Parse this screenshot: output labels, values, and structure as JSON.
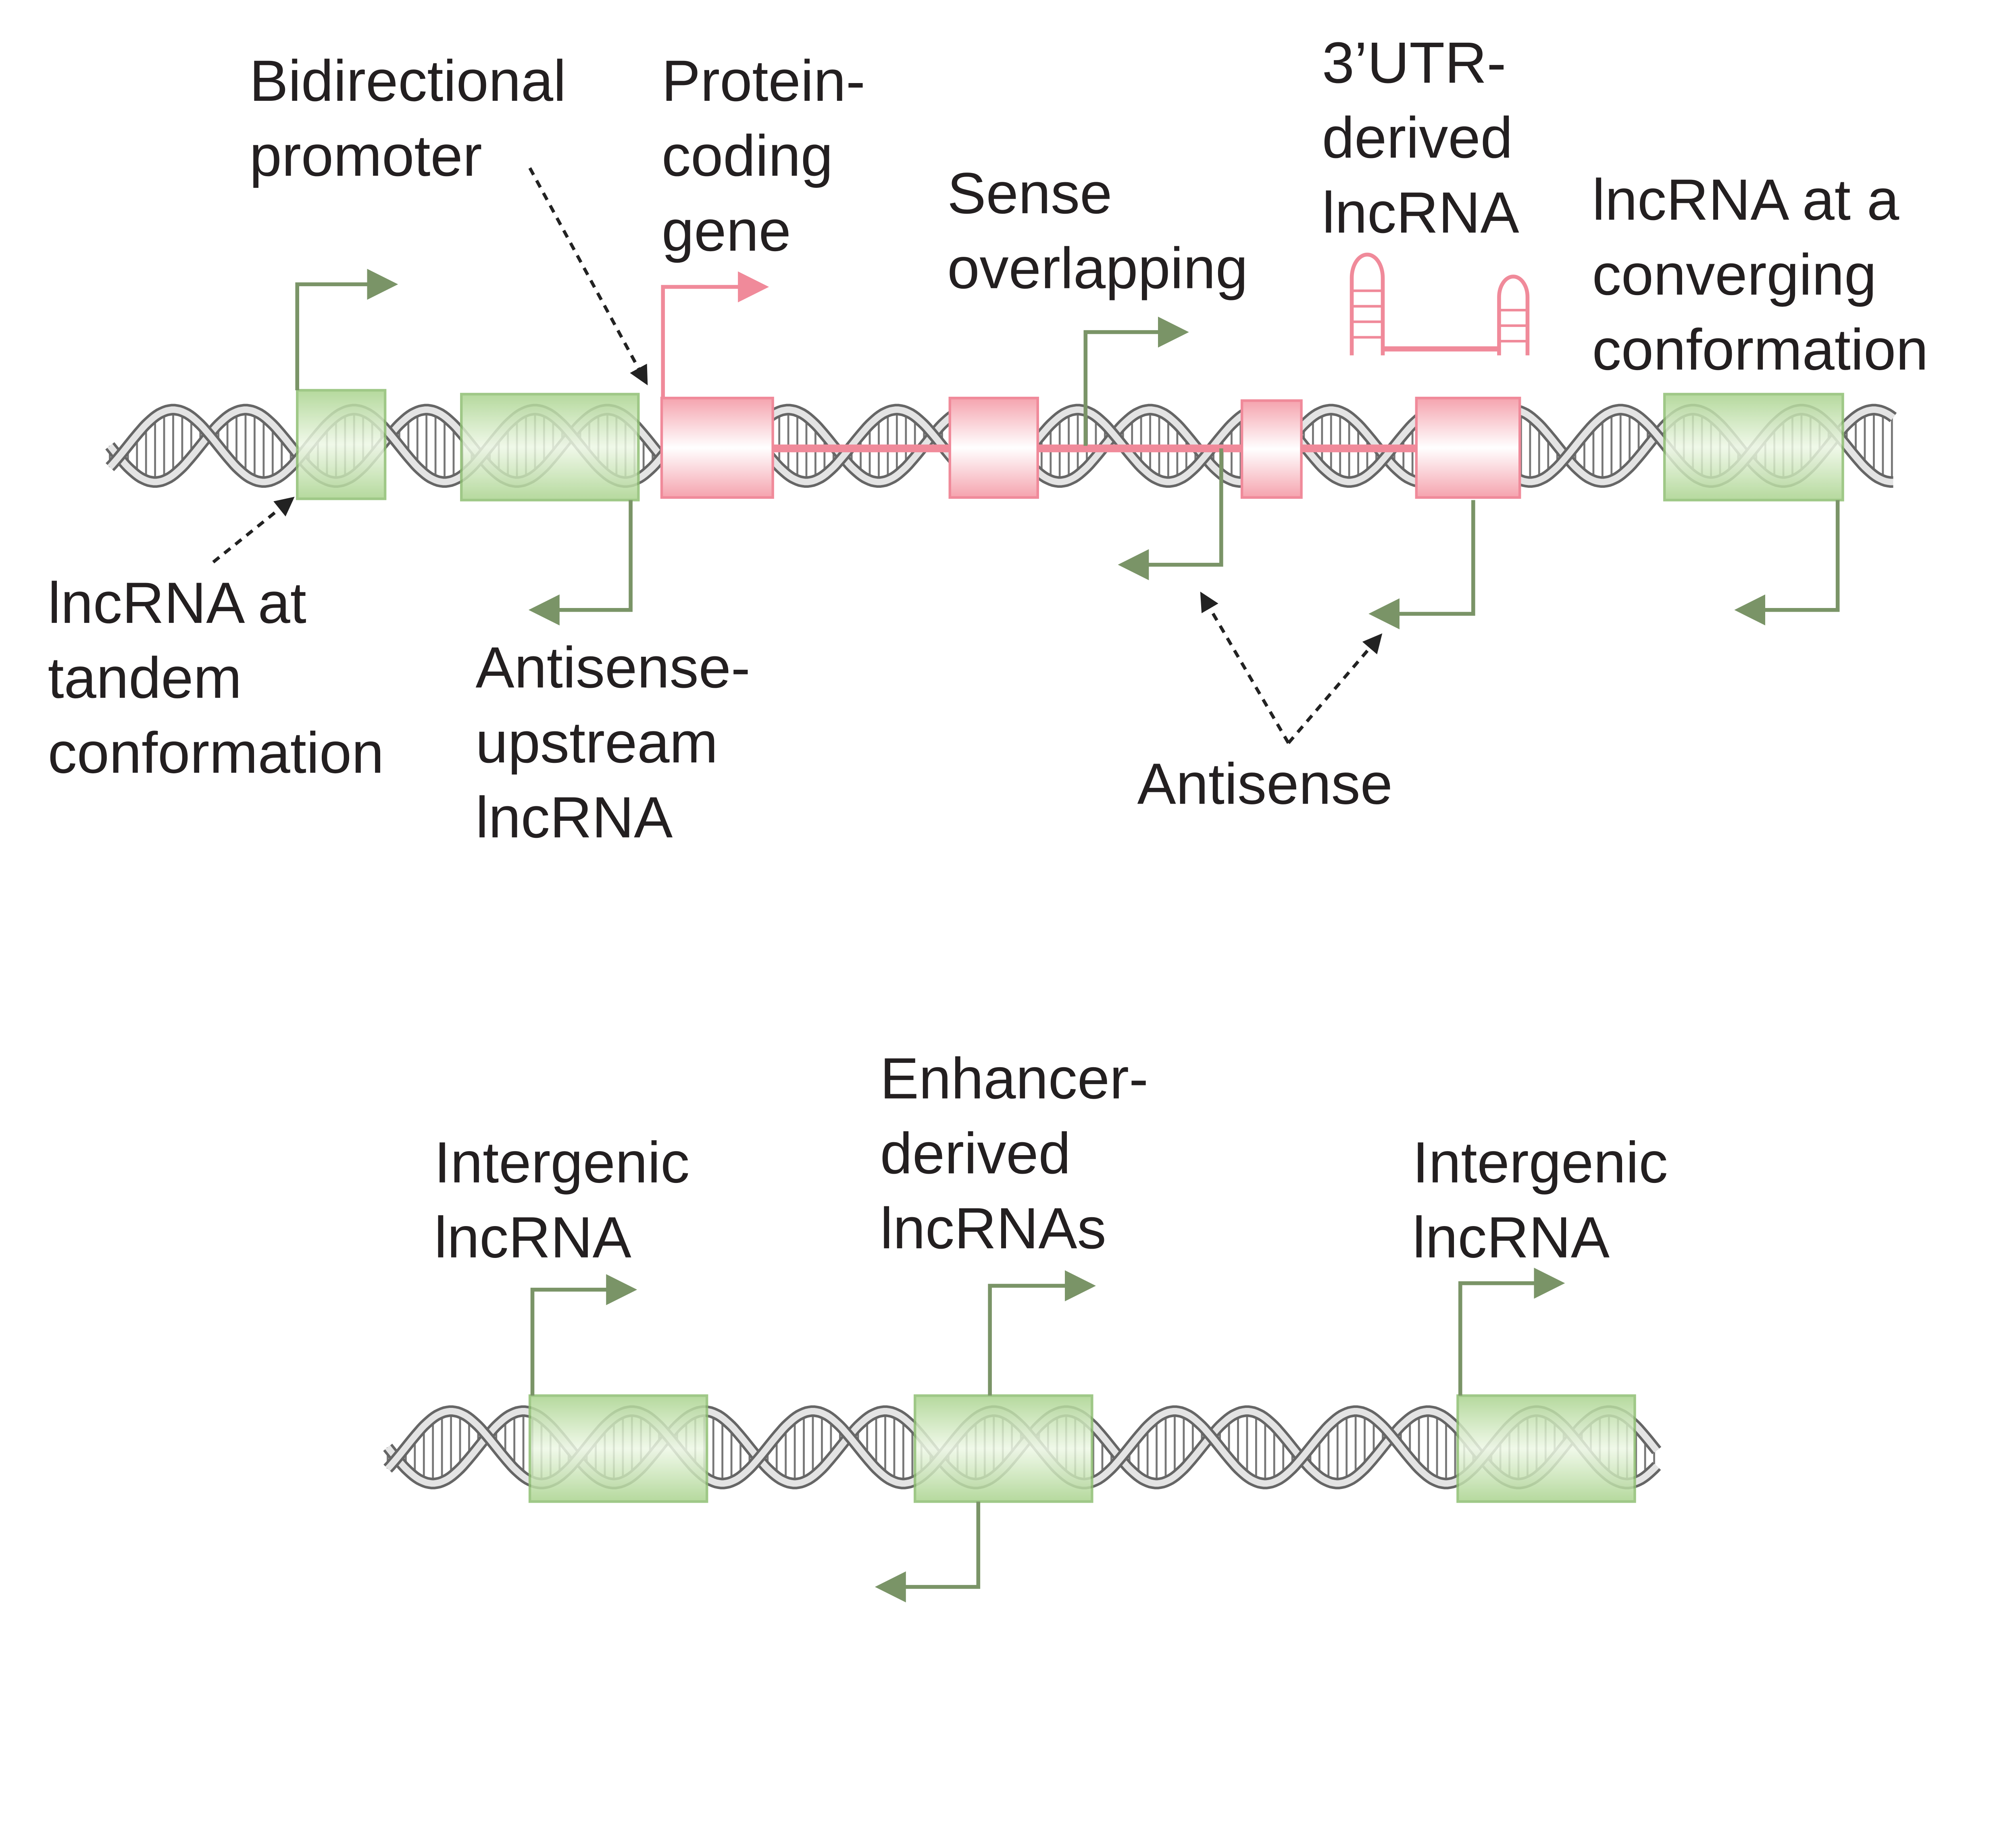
{
  "colors": {
    "promoter_green": "#c8e6b0",
    "arrow_green": "#7a9467",
    "exon_pink": "#f5a3ae",
    "dna_gray": "#8a8a8a"
  },
  "labels": {
    "bidirectional_promoter": [
      "Bidirectional",
      "promoter"
    ],
    "protein_coding_gene": [
      "Protein-",
      "coding",
      "gene"
    ],
    "sense_overlapping": [
      "Sense",
      "overlapping"
    ],
    "utr_derived": [
      "3’UTR-",
      "derived",
      "lncRNA"
    ],
    "converging": [
      "lncRNA at a",
      "converging",
      "conformation"
    ],
    "tandem": [
      "lncRNA at",
      "tandem",
      "conformation"
    ],
    "antisense_upstream": [
      "Antisense-",
      "upstream",
      "lncRNA"
    ],
    "antisense": [
      "Antisense"
    ],
    "intergenic_left": [
      "Intergenic",
      "lncRNA"
    ],
    "enhancer_derived": [
      "Enhancer-",
      "derived",
      "lncRNAs"
    ],
    "intergenic_right": [
      "Intergenic",
      "lncRNA"
    ]
  }
}
